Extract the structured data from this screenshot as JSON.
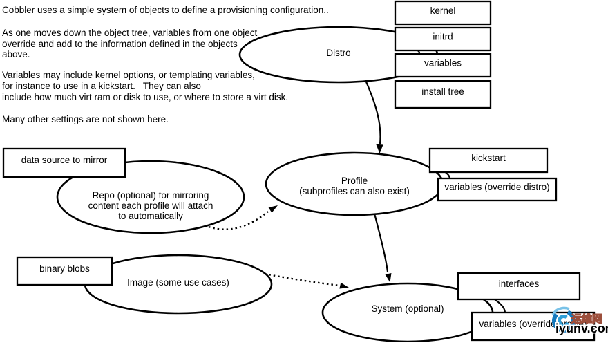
{
  "notes": {
    "line1": "Cobbler uses a simple system of objects to define a provisioning configuration..",
    "line2": "As one moves down the object tree, variables from one object",
    "line3": "override and add to the information defined in the objects",
    "line4": "above.",
    "line5": "Variables may include kernel options, or templating variables,",
    "line6": "for instance to use in a kickstart.   They can also",
    "line7": "include how much virt ram or disk to use, or where to store a virt disk.",
    "line8": "Many other settings are not shown here."
  },
  "nodes": {
    "distro": {
      "label": "Distro"
    },
    "profile": {
      "line1": "Profile",
      "line2": "(subprofiles can also exist)"
    },
    "repo": {
      "line1": "Repo (optional) for mirroring",
      "line2": "content each profile will attach",
      "line3": "to automatically"
    },
    "image": {
      "label": "Image (some use cases)"
    },
    "system": {
      "label": "System (optional)"
    }
  },
  "boxes": {
    "kernel": "kernel",
    "initrd": "initrd",
    "variables": "variables",
    "install_tree": "install tree",
    "kickstart": "kickstart",
    "variables_override_distro": "variables (override distro)",
    "data_source_to_mirror": "data source to mirror",
    "binary_blobs": "binary blobs",
    "interfaces": "interfaces",
    "variables_override_profile": "variables (override profile)"
  },
  "watermark": {
    "cn_text": "运维网",
    "site_text": "iyunv.com",
    "blue": "#1488cc",
    "mid_blue": "#2f9fd8",
    "light_blue": "#79c2e8",
    "dark_blue": "#1479bd",
    "dark_red": "#9c4f3c"
  },
  "colors": {
    "background": "#ffffff",
    "line": "#000000"
  }
}
